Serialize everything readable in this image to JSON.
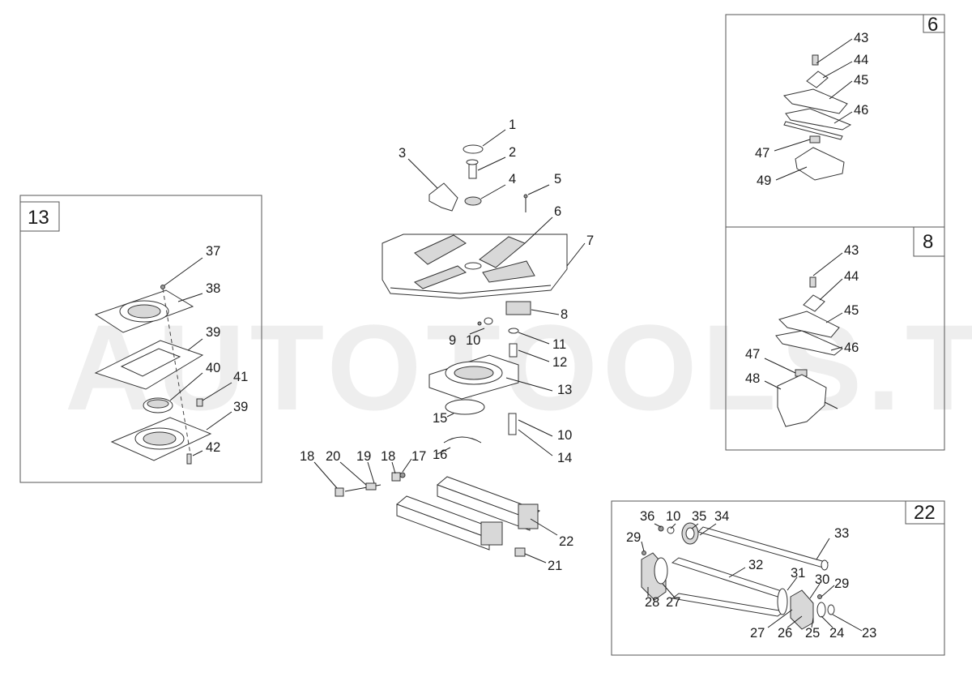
{
  "watermark": "AUTOTOOLS.T",
  "boxes": {
    "box13": "13",
    "box6": "6",
    "box8": "8",
    "box22": "22"
  },
  "callouts": {
    "c1": "1",
    "c2": "2",
    "c3": "3",
    "c4": "4",
    "c5": "5",
    "c6": "6",
    "c7": "7",
    "c8": "8",
    "c9": "9",
    "c10a": "10",
    "c11": "11",
    "c12": "12",
    "c13": "13",
    "c10b": "10",
    "c14": "14",
    "c15": "15",
    "c16": "16",
    "c17": "17",
    "c18a": "18",
    "c20": "20",
    "c19": "19",
    "c18b": "18",
    "c22": "22",
    "c21": "21",
    "l37": "37",
    "l38": "38",
    "l39a": "39",
    "l40": "40",
    "l41": "41",
    "l39b": "39",
    "l42": "42",
    "r43a": "43",
    "r44a": "44",
    "r45a": "45",
    "r46a": "46",
    "r47a": "47",
    "r49": "49",
    "r43b": "43",
    "r44b": "44",
    "r45b": "45",
    "r47b": "47",
    "r46b": "46",
    "r48": "48",
    "d36": "36",
    "d10": "10",
    "d35": "35",
    "d34": "34",
    "d33": "33",
    "d29a": "29",
    "d32": "32",
    "d31": "31",
    "d30": "30",
    "d29b": "29",
    "d28": "28",
    "d27a": "27",
    "d27b": "27",
    "d26": "26",
    "d25": "25",
    "d24": "24",
    "d23": "23"
  }
}
